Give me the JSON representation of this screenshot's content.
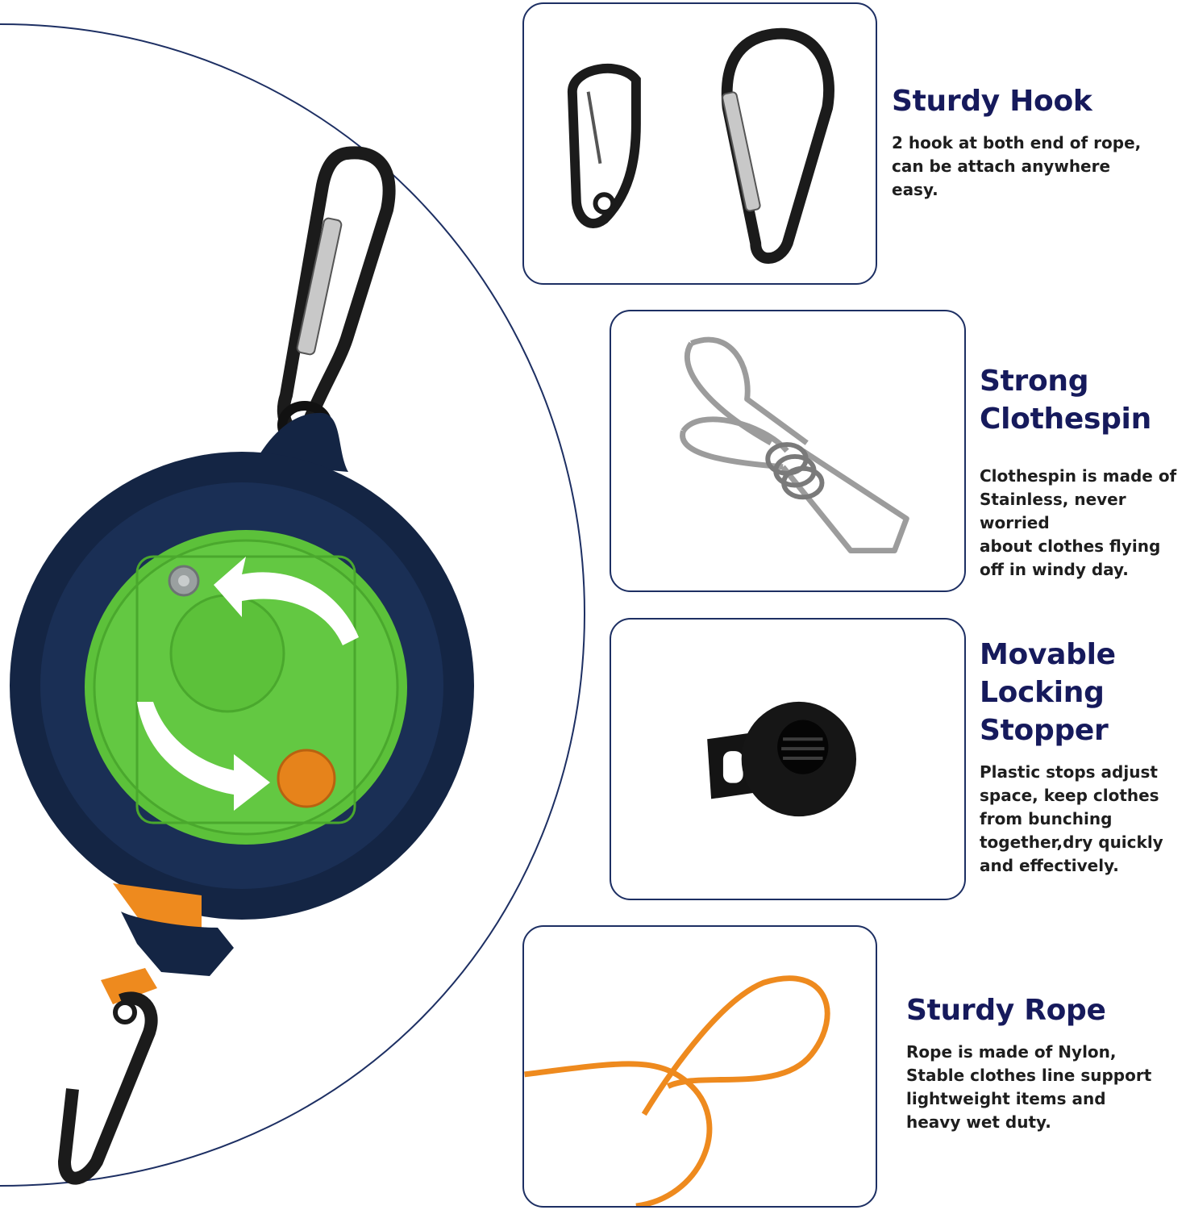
{
  "features": [
    {
      "title": "Sturdy Hook",
      "description": "2 hook at both end of rope,\ncan be attach anywhere\neasy."
    },
    {
      "title": "Strong\nClothespin",
      "description": "Clothespin is made of\nStainless, never\nworried\nabout clothes flying\noff in windy day."
    },
    {
      "title": "Movable\nLocking\nStopper",
      "description": "Plastic stops adjust\nspace, keep clothes\nfrom bunching\ntogether,dry quickly\nand effectively."
    },
    {
      "title": "Sturdy Rope",
      "description": "Rope is made of Nylon,\nStable clothes line support\nlightweight items and\nheavy wet duty."
    }
  ],
  "colors": {
    "title_navy": "#161a5c",
    "body_navy": "#0f1f3d",
    "green": "#5cc13a",
    "orange": "#ee8a1e"
  }
}
